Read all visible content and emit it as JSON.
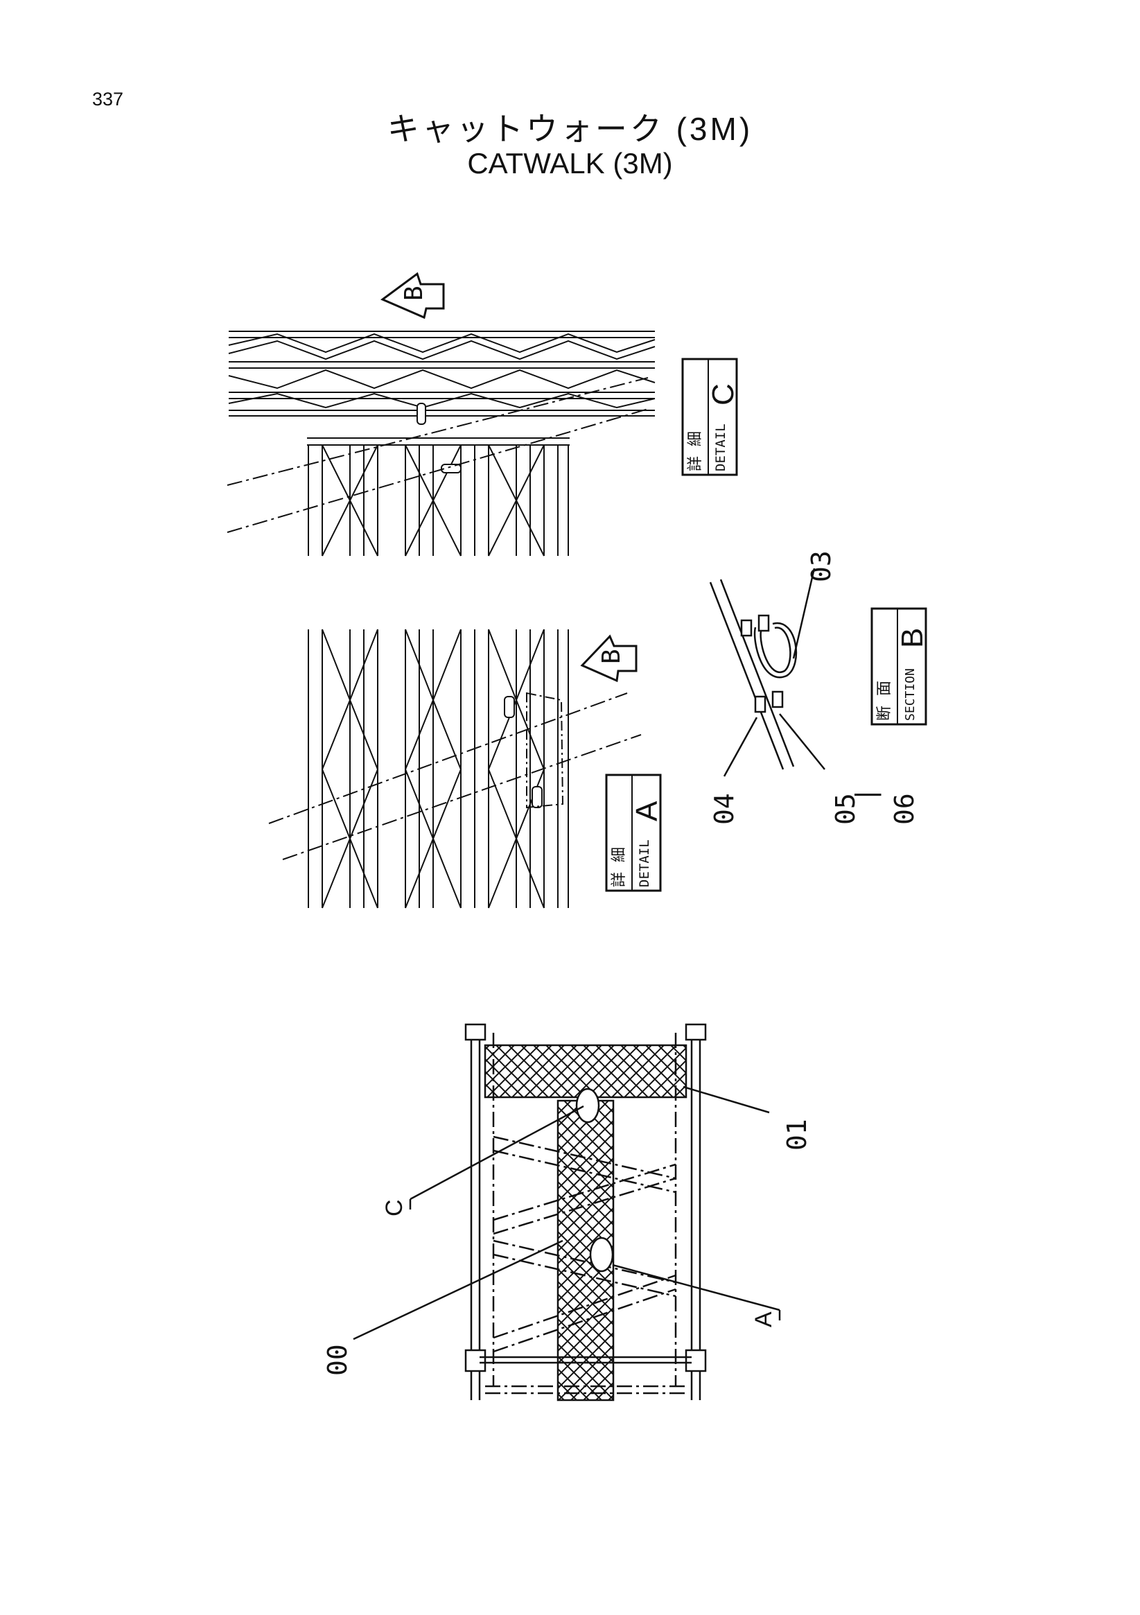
{
  "page": {
    "number": "337"
  },
  "title": {
    "japanese": "キャットウォーク (3M)",
    "english": "CATWALK (3M)"
  },
  "callouts": {
    "detail_c": {
      "kanji_1": "詳",
      "kanji_2": "細",
      "word": "DETAIL",
      "letter": "C"
    },
    "detail_a": {
      "kanji_1": "詳",
      "kanji_2": "細",
      "word": "DETAIL",
      "letter": "A"
    },
    "section_b": {
      "kanji_1": "断",
      "kanji_2": "面",
      "word": "SECTION",
      "letter": "B"
    },
    "view_arrow_letter": "B"
  },
  "part_numbers": {
    "p00": "00",
    "p01": "01",
    "p03": "03",
    "p04": "04",
    "p05": "05",
    "p06": "06",
    "range_dash": "|"
  },
  "reference_letters": {
    "c": "C",
    "a": "A"
  }
}
